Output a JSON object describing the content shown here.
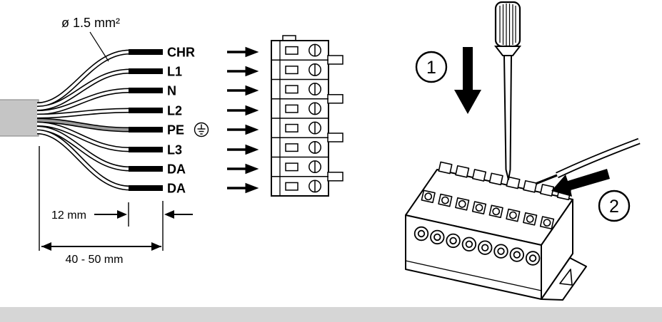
{
  "diagram": {
    "cable": {
      "spec_label": "ø 1.5 mm²",
      "sheath_color": "#c5c5c5",
      "pe_core_color": "#9a9a9a"
    },
    "wires": [
      {
        "label": "CHR"
      },
      {
        "label": "L1"
      },
      {
        "label": "N"
      },
      {
        "label": "L2"
      },
      {
        "label": "PE",
        "symbol": "earth-ground-icon"
      },
      {
        "label": "L3"
      },
      {
        "label": "DA"
      },
      {
        "label": "DA"
      }
    ],
    "dimensions": {
      "strip_length": "12 mm",
      "sheath_removal": "40 - 50 mm"
    }
  },
  "steps": [
    {
      "number": "1",
      "icon": "arrow-down-icon"
    },
    {
      "number": "2",
      "icon": "arrow-left-icon"
    }
  ],
  "footer": {
    "bar_color": "#d6d6d6"
  }
}
